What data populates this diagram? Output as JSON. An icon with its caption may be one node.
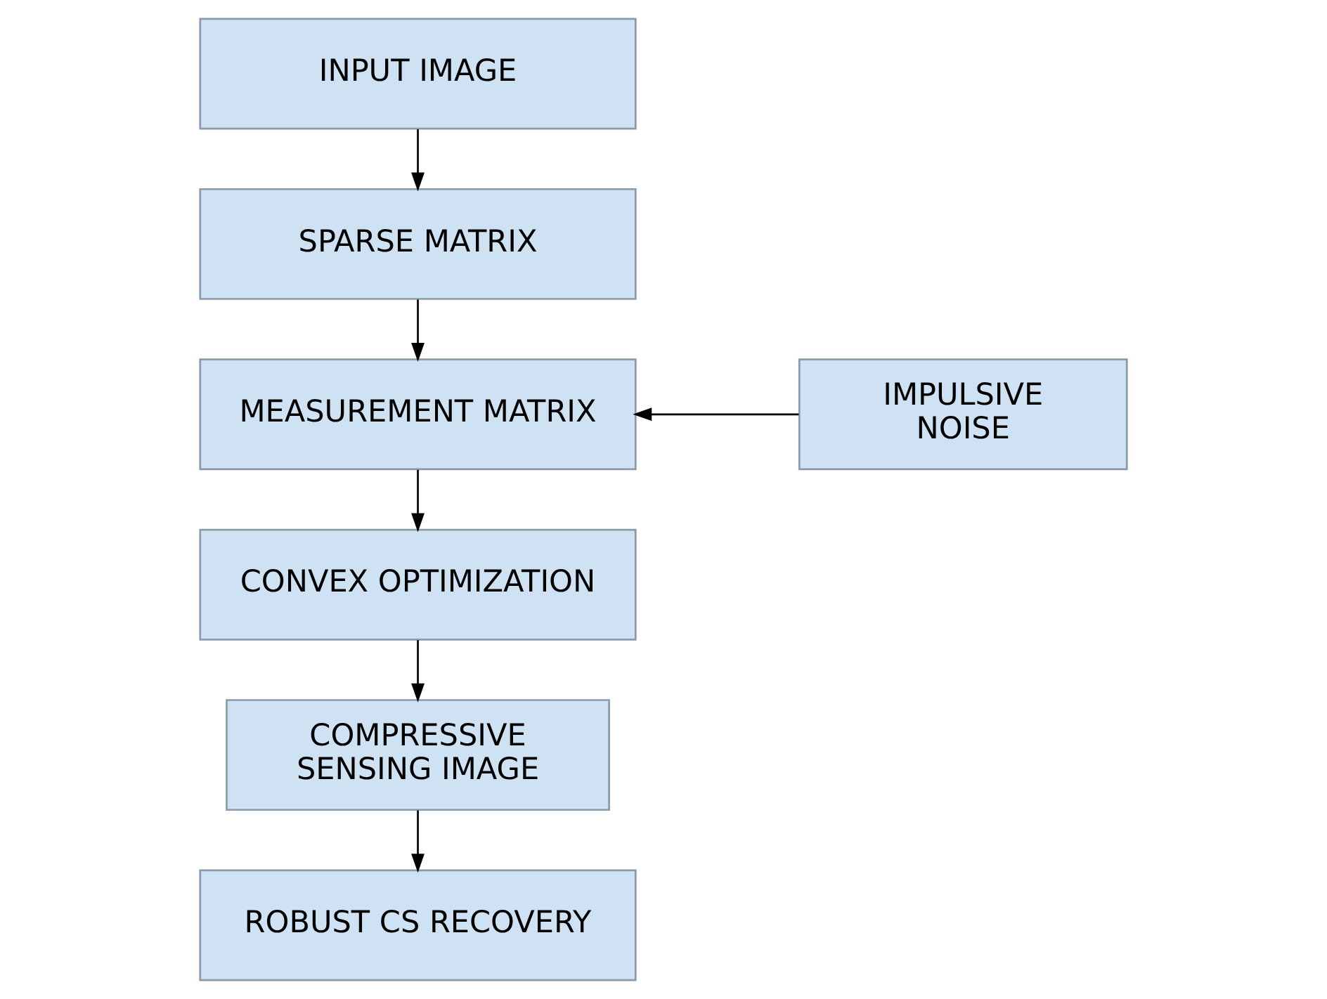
{
  "diagram": {
    "nodes": [
      {
        "text": [
          "INPUT IMAGE"
        ]
      },
      {
        "text": [
          "SPARSE MATRIX"
        ]
      },
      {
        "text": [
          "MEASUREMENT MATRIX"
        ]
      },
      {
        "text": [
          "IMPULSIVE NOISE"
        ]
      },
      {
        "text": [
          "CONVEX OPTIMIZATION"
        ]
      },
      {
        "text": [
          "COMPRESSIVE SENSING IMAGE"
        ]
      },
      {
        "text": [
          "ROBUST CS RECOVERY"
        ]
      }
    ],
    "edges": [
      {
        "from": 0,
        "to": 1,
        "arrow": "to"
      },
      {
        "from": 1,
        "to": 2,
        "arrow": "to"
      },
      {
        "from": 3,
        "to": 2,
        "arrow": "to"
      },
      {
        "from": 2,
        "to": 4,
        "arrow": "to"
      },
      {
        "from": 4,
        "to": 5,
        "arrow": "to"
      },
      {
        "from": 5,
        "to": 6,
        "arrow": "to"
      }
    ]
  }
}
